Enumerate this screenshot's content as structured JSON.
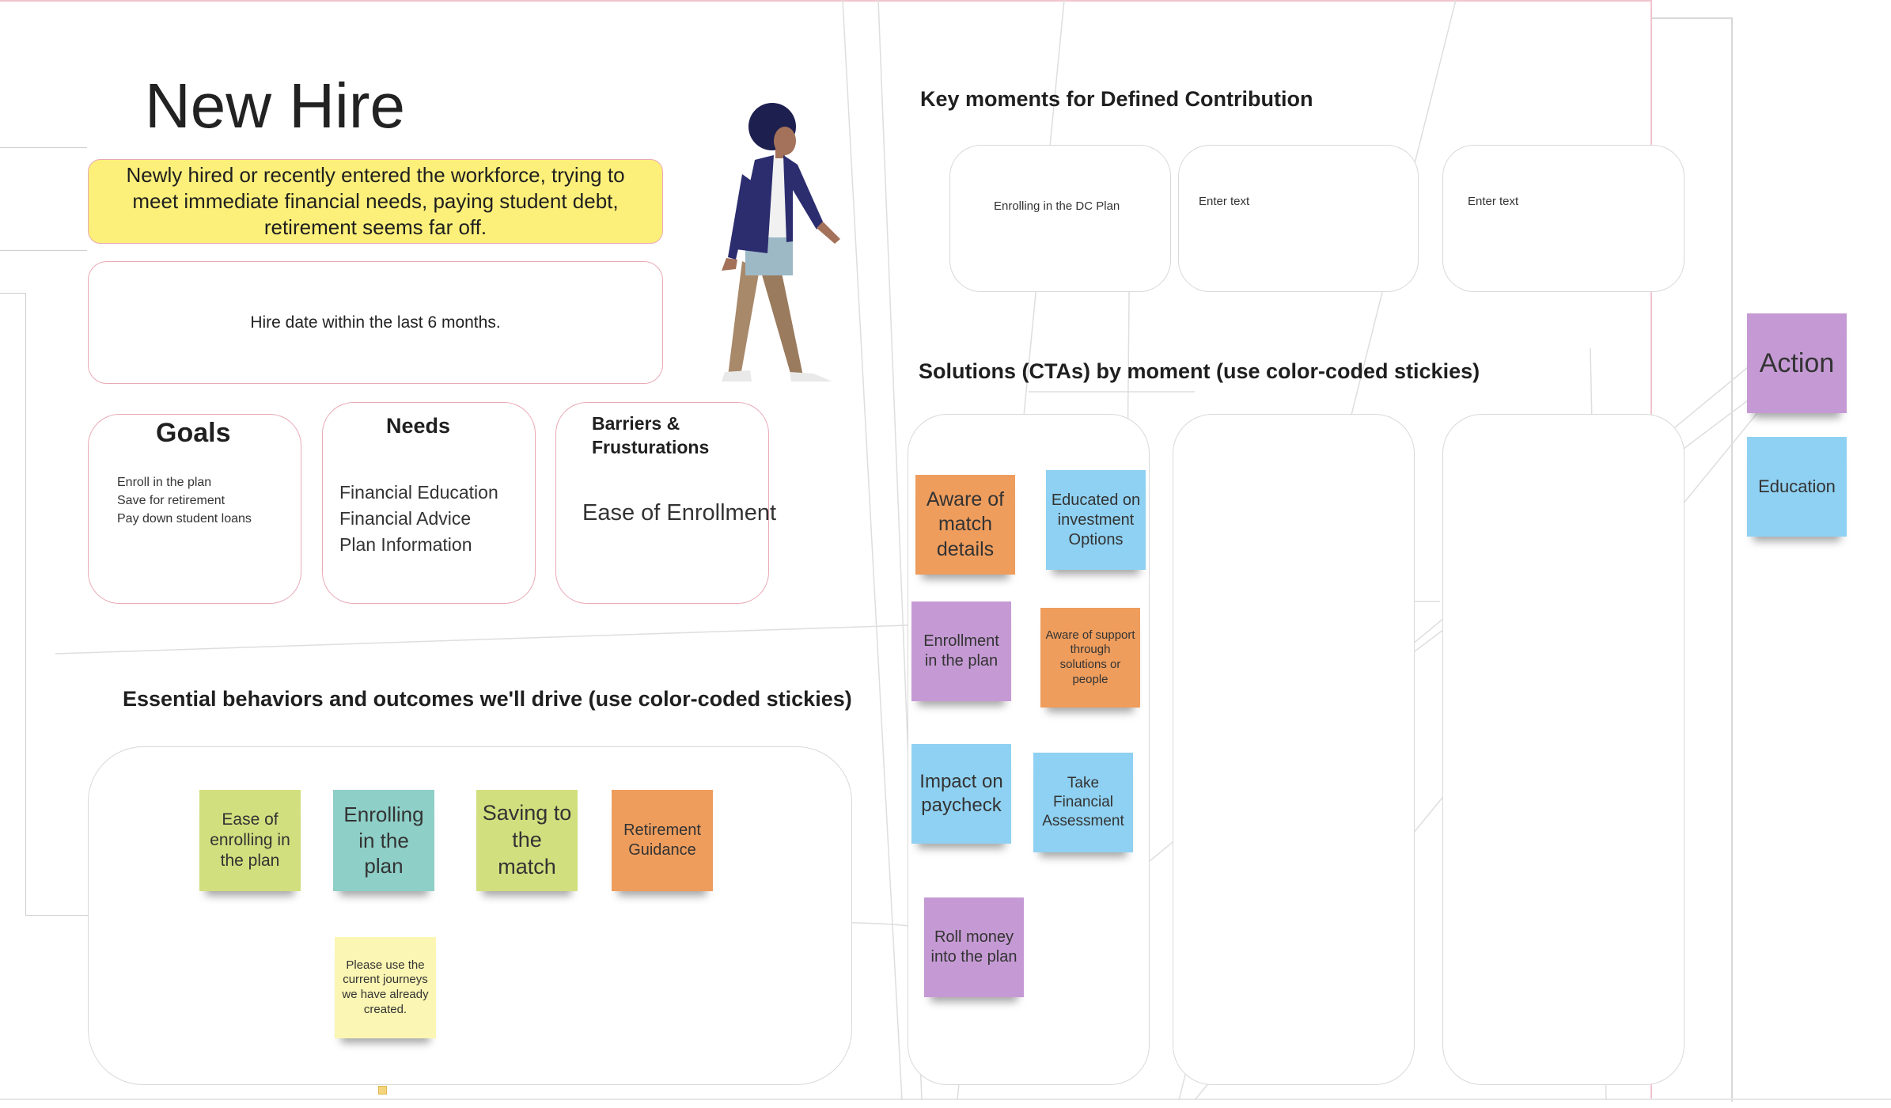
{
  "title": "New Hire",
  "persona_description": "Newly hired or recently entered the workforce, trying to meet immediate financial needs, paying student debt, retirement seems far off.",
  "hire_date": "Hire date within the last 6 months.",
  "goals": {
    "title": "Goals",
    "items": [
      "Enroll in the plan",
      "Save for retirement",
      "Pay down student loans"
    ]
  },
  "needs": {
    "title": "Needs",
    "items": [
      "Financial Education",
      "Financial Advice",
      "Plan Information"
    ]
  },
  "barriers": {
    "title": "Barriers & Frusturations",
    "text": "Ease of Enrollment"
  },
  "behaviors": {
    "heading": "Essential behaviors and outcomes we'll drive (use color-coded stickies)",
    "stickies": [
      "Ease of enrolling in the plan",
      "Enrolling in the plan",
      "Saving to the match",
      "Retirement Guidance"
    ],
    "note": "Please use the current journeys we have already created."
  },
  "key_moments": {
    "heading": "Key moments for Defined Contribution",
    "cards": [
      "Enrolling in the DC Plan",
      "Enter text",
      "Enter text"
    ]
  },
  "solutions": {
    "heading": "Solutions (CTAs)  by moment (use color-coded stickies)",
    "stickies": [
      "Aware of match details",
      "Educated on investment Options",
      "Enrollment in the plan",
      "Aware of support through solutions or people",
      "Impact on paycheck",
      "Take Financial Assessment",
      "Roll money into the plan"
    ]
  },
  "legend": {
    "action": "Action",
    "education": "Education"
  },
  "colors": {
    "persona_highlight": "#fcf07a",
    "sticky_green": "#d2df7e",
    "sticky_teal": "#8ecfc7",
    "sticky_orange": "#ee9d5d",
    "sticky_purple": "#c59ad4",
    "sticky_blue": "#8fd1f2",
    "sticky_light_yellow": "#fbf6b3"
  }
}
